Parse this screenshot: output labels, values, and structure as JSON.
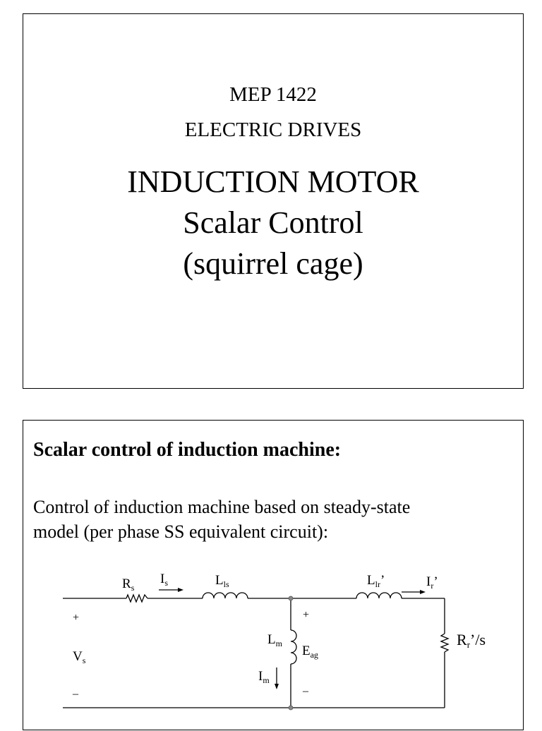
{
  "slide1": {
    "course_code": "MEP 1422",
    "course_name": "ELECTRIC DRIVES",
    "title": "INDUCTION MOTOR",
    "subtitle": "Scalar Control",
    "subtitle2": "(squirrel cage)"
  },
  "slide2": {
    "heading": "Scalar control of induction machine:",
    "body_line1": "Control of induction machine based on steady-state",
    "body_line2": "model (per phase SS equivalent circuit):",
    "circuit": {
      "Rs": "R",
      "Rs_sub": "s",
      "Is": "I",
      "Is_sub": "s",
      "Lls": "L",
      "Lls_sub": "ls",
      "Llr": "L",
      "Llr_sub": "lr",
      "Llr_prime": "’",
      "Ir": "I",
      "Ir_sub": "r",
      "Ir_prime": "’",
      "plus_left": "+",
      "Vs": "V",
      "Vs_sub": "s",
      "minus_left": "–",
      "plus_mid": "+",
      "Lm": "L",
      "Lm_sub": "m",
      "Eag": "E",
      "Eag_sub": "ag",
      "Im": "I",
      "Im_sub": "m",
      "minus_mid": "–",
      "Rr": "R",
      "Rr_sub": "r",
      "Rr_rest": "’/s"
    }
  }
}
